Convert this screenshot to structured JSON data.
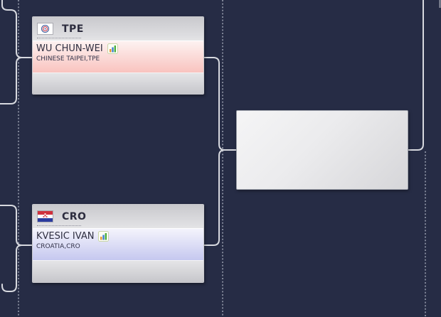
{
  "app": {
    "background": "#262c45",
    "view": "tournament-bracket"
  },
  "connectors": {
    "solid": "#d7d9df",
    "dashed": "#c7cbd8"
  },
  "matches": [
    {
      "noc": "TPE",
      "flag": "tpe-flag",
      "name": "WU CHUN-WEI",
      "team": "CHINESE TAIPEI,TPE",
      "highlight": {
        "top": "#fdf2f1",
        "bottom": "#f9c3bf"
      }
    },
    {
      "noc": "CRO",
      "flag": "cro-flag",
      "name": "KVESIC IVAN",
      "team": "CROATIA,CRO",
      "highlight": {
        "top": "#f4f4fc",
        "bottom": "#c5c8ef"
      }
    }
  ],
  "next_round": {
    "winner_name": "",
    "winner_team": ""
  },
  "icons": {
    "stats": "bar-chart-icon"
  }
}
